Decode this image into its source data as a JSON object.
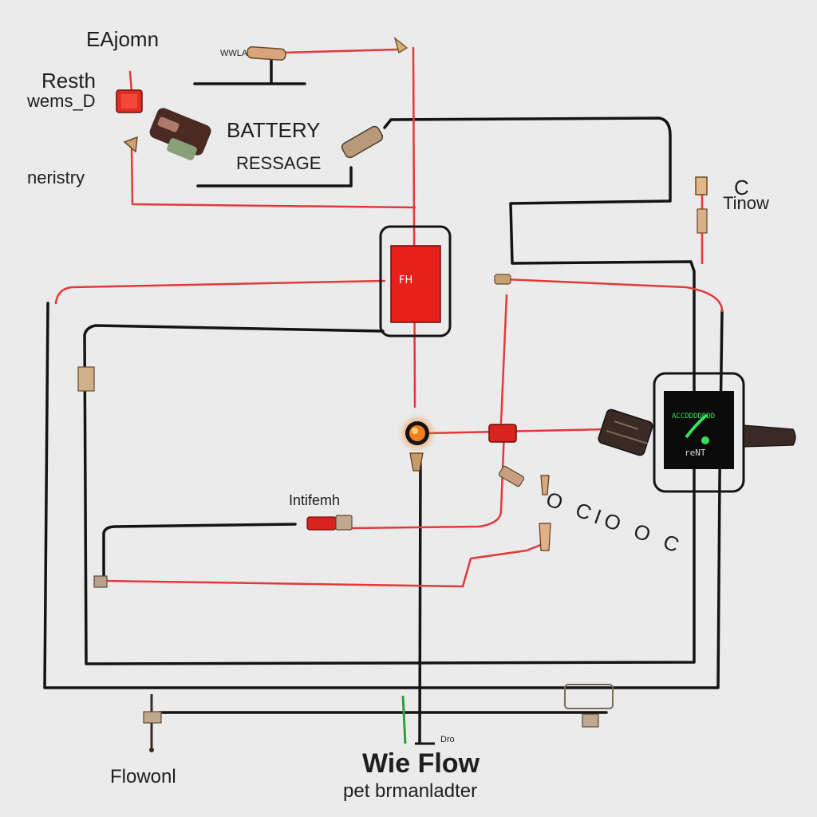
{
  "labels": {
    "title": "Wie Flow",
    "subtitle": "pet brmanladter",
    "top_left": "EAjomn",
    "resth": "Resth",
    "wems": "wems_D",
    "neristry": "neristry",
    "battery": "BATTERY",
    "ressage": "RESSAGE",
    "tiny_top": "WWLA",
    "right_c": "C",
    "right_flow": "Tinow",
    "relay": "FH",
    "intifemh": "Intifemh",
    "clock_text": "O CIO O C",
    "bottom_left": "Flowonl",
    "bottom_small": "Dro",
    "display_top": "ACCDDDDDDD",
    "display_bottom": "reNT"
  },
  "colors": {
    "background": "#ebebeb",
    "wire_black": "#141414",
    "wire_red": "#e23a3a",
    "relay_red": "#e8201c",
    "display_bg": "#0b0b0b",
    "display_green": "#33e05a",
    "led_orange": "#f07e1e"
  }
}
